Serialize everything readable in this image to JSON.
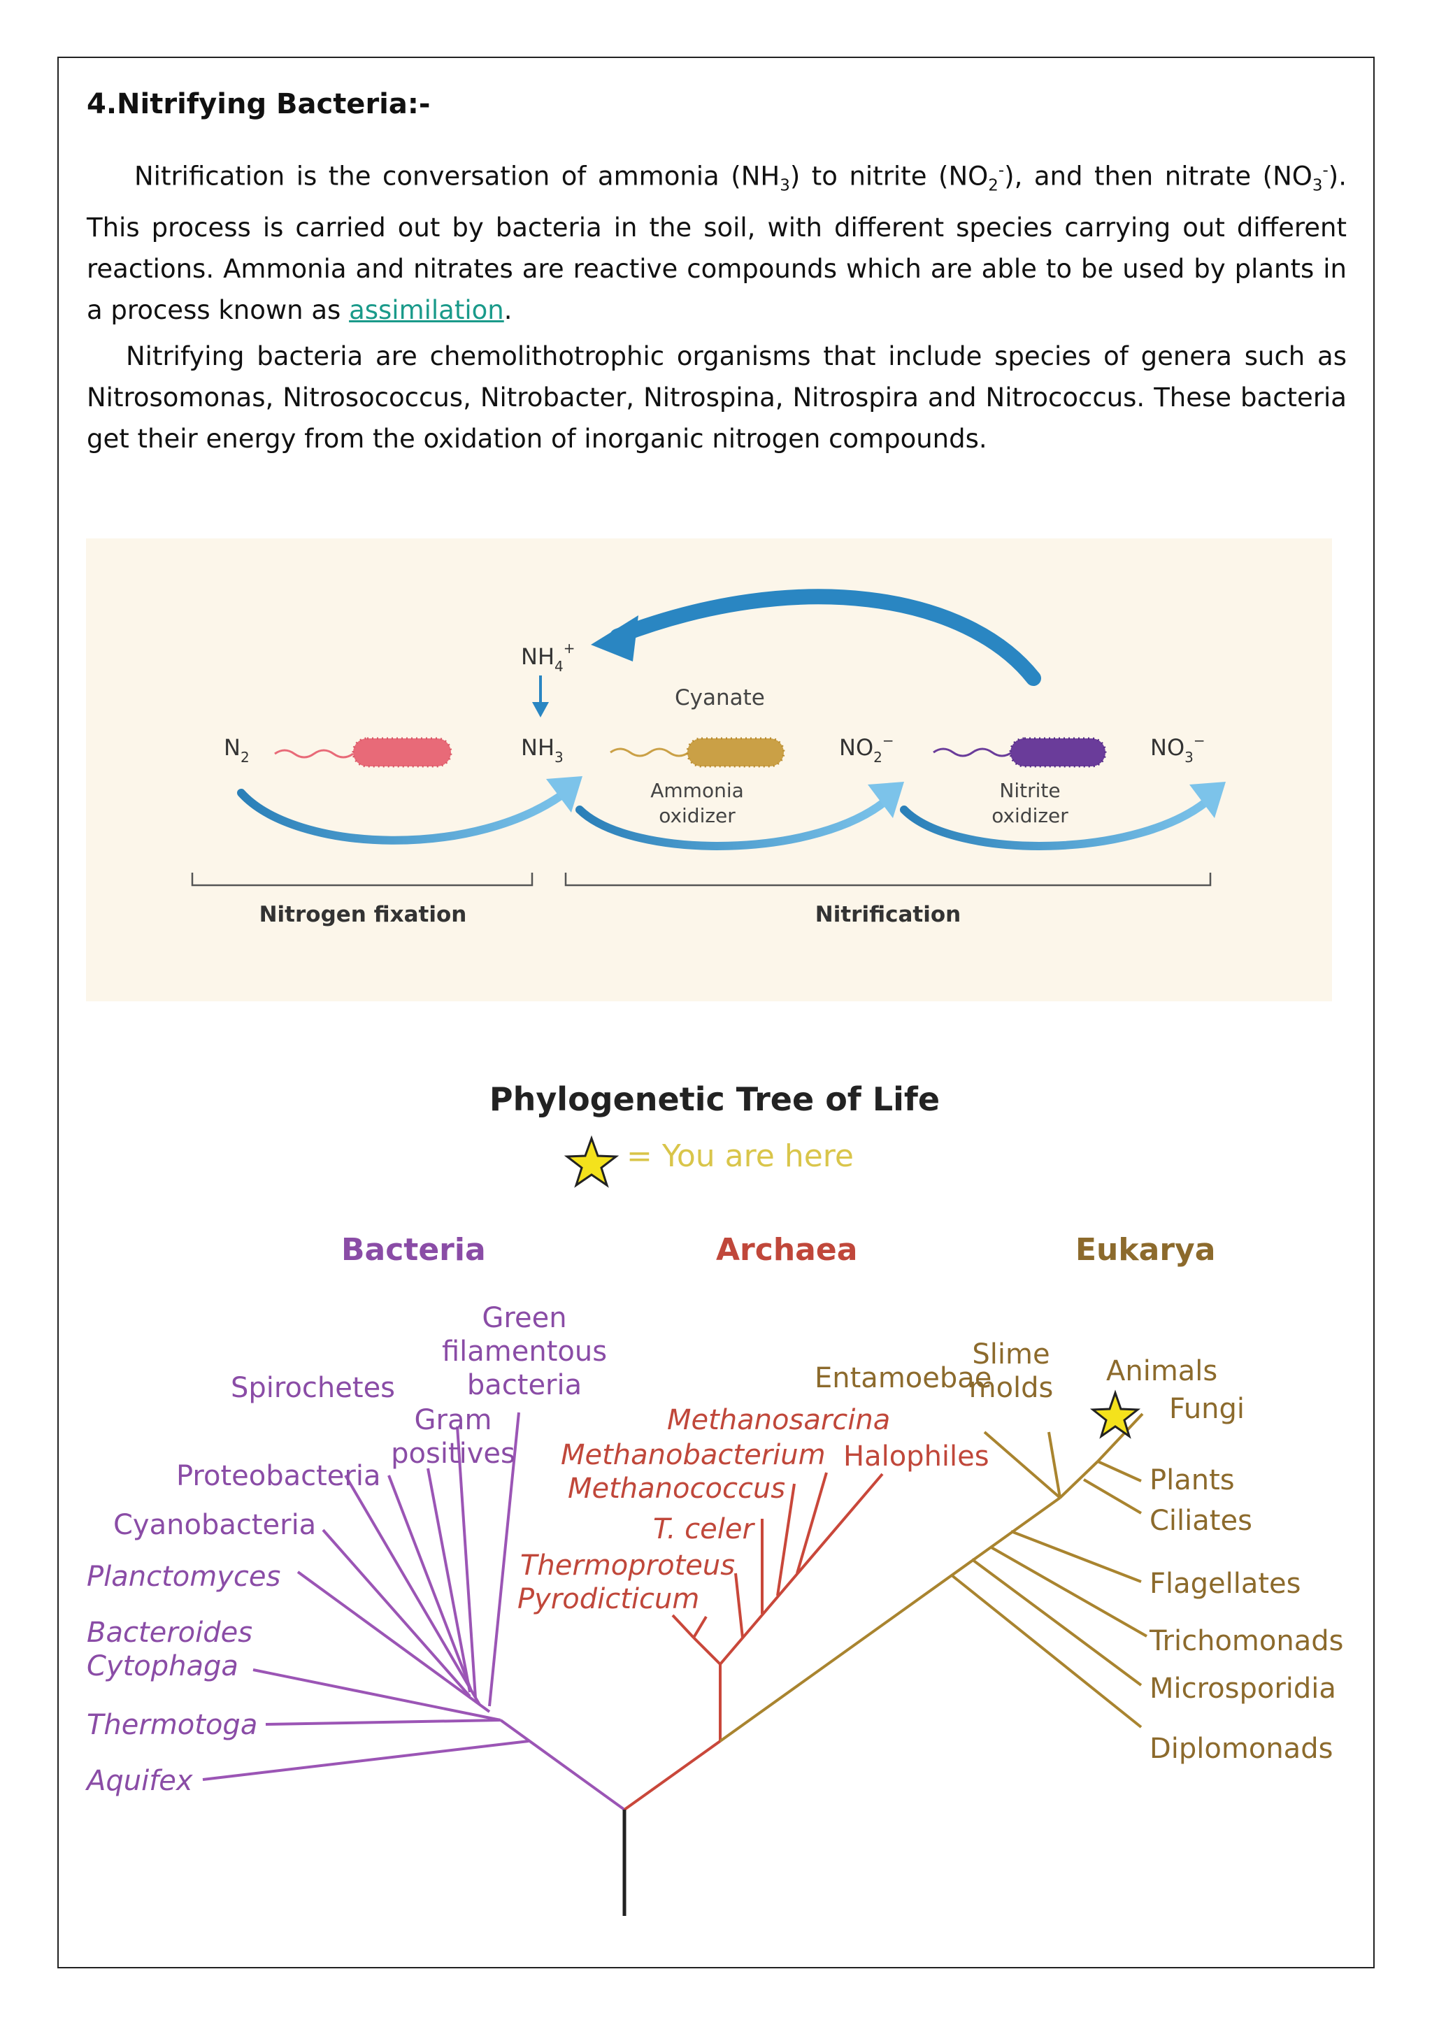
{
  "heading": "4.Nitrifying Bacteria:-",
  "paragraph1": {
    "part1": "Nitrification is the conversation of ammonia (NH",
    "sub1": "3",
    "part2": ") to nitrite (NO",
    "sub2": "2",
    "sup2": "-",
    "part3": "), and then nitrate (NO",
    "sub3": "3",
    "sup3": "-",
    "part4": "). This process is carried out by bacteria in the soil, with different species carrying out different reactions. Ammonia and nitrates are reactive compounds which are able to be used by plants in a process known as ",
    "link": "assimilation",
    "part5": "."
  },
  "paragraph2": "Nitrifying bacteria are chemolithotrophic organisms that include species of genera such as Nitrosomonas, Nitrosococcus, Nitrobacter, Nitrospina, Nitrospira and Nitrococcus. These bacteria get their energy from the oxidation of inorganic nitrogen compounds.",
  "nitrogen_figure": {
    "n2": "N",
    "n2_sub": "2",
    "nh4": "NH",
    "nh4_sub": "4",
    "nh4_sup": "+",
    "nh3": "NH",
    "nh3_sub": "3",
    "no2": "NO",
    "no2_sub": "2",
    "no2_sup": "−",
    "no3": "NO",
    "no3_sub": "3",
    "no3_sup": "−",
    "cyanate": "Cyanate",
    "ammonia_oxidizer": [
      "Ammonia",
      "oxidizer"
    ],
    "nitrite_oxidizer": [
      "Nitrite",
      "oxidizer"
    ],
    "nitrogen_fixation": "Nitrogen fixation",
    "nitrification": "Nitrification",
    "colors": {
      "background": "#fcf6ea",
      "arrow": "#3e9ad0",
      "bacterium_fixer": "#e86a78",
      "bacterium_ammonia": "#caa046",
      "bacterium_nitrite": "#6a3c9a"
    }
  },
  "tree": {
    "title": "Phylogenetic Tree of Life",
    "legend": "= You are here",
    "domains": {
      "bacteria": "Bacteria",
      "archaea": "Archaea",
      "eukarya": "Eukarya"
    },
    "bacteria": {
      "green_filamentous": [
        "Green",
        "filamentous",
        "bacteria"
      ],
      "spirochetes": "Spirochetes",
      "gram_positives": [
        "Gram",
        "positives"
      ],
      "proteobacteria": "Proteobacteria",
      "cyanobacteria": "Cyanobacteria",
      "planctomyces": "Planctomyces",
      "bacteroides": [
        "Bacteroides",
        "Cytophaga"
      ],
      "thermotoga": "Thermotoga",
      "aquifex": "Aquifex"
    },
    "archaea": {
      "methanosarcina": "Methanosarcina",
      "methanobacterium": "Methanobacterium",
      "halophiles": "Halophiles",
      "methanococcus": "Methanococcus",
      "t_celer": "T. celer",
      "thermoproteus": "Thermoproteus",
      "pyrodicticum": "Pyrodicticum"
    },
    "eukarya": {
      "entamoebae": "Entamoebae",
      "slime_molds": [
        "Slime",
        "molds"
      ],
      "animals": "Animals",
      "fungi": "Fungi",
      "plants": "Plants",
      "ciliates": "Ciliates",
      "flagellates": "Flagellates",
      "trichomonads": "Trichomonads",
      "microsporidia": "Microsporidia",
      "diplomonads": "Diplomonads"
    },
    "colors": {
      "bacteria": "#9b55b5",
      "archaea": "#c9473a",
      "eukarya": "#a9842f",
      "root": "#222222",
      "star": "#f4e21c",
      "legend": "#d9c54a"
    }
  }
}
